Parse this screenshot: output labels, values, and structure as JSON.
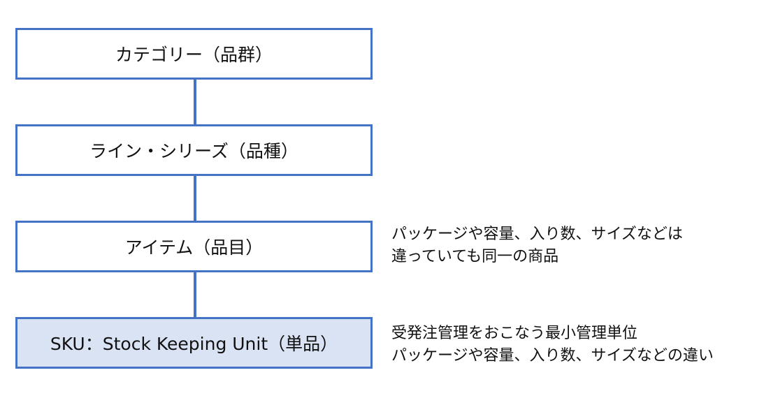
{
  "hierarchy": [
    {
      "label": "カテゴリー（品群）"
    },
    {
      "label": "ライン・シリーズ（品種）"
    },
    {
      "label": "アイテム（品目）"
    },
    {
      "label": "SKU：Stock Keeping Unit（単品）"
    }
  ],
  "notes": {
    "item": [
      "パッケージや容量、入り数、サイズなどは",
      "違っていても同一の商品"
    ],
    "sku": [
      "受発注管理をおこなう最小管理単位",
      "パッケージや容量、入り数、サイズなどの違い"
    ]
  },
  "colors": {
    "border": "#4472c4",
    "connector": "#4472c4",
    "sku_fill": "#dae3f3"
  }
}
